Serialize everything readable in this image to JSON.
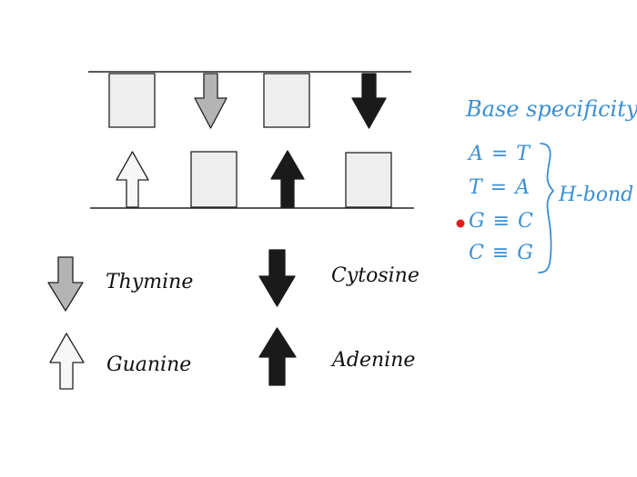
{
  "diagram": {
    "strand_top": [
      "rect",
      "arrow-down-gray",
      "rect",
      "arrow-down-black"
    ],
    "strand_bottom": [
      "arrow-up-white",
      "rect",
      "arrow-up-black",
      "rect"
    ]
  },
  "legend": [
    {
      "label": "Thymine",
      "icon": "arrow-down-gray"
    },
    {
      "label": "Cytosine",
      "icon": "arrow-down-black"
    },
    {
      "label": "Guanine",
      "icon": "arrow-up-white"
    },
    {
      "label": "Adenine",
      "icon": "arrow-up-black"
    }
  ],
  "notes": {
    "title": "Base specificity",
    "pairs": [
      "A = T",
      "T = A",
      "G ≡ C",
      "C ≡ G"
    ],
    "bracket_label": "H-bond",
    "accent_color": "#3a8fd4",
    "marker_color": "#e02020"
  },
  "colors": {
    "gray_arrow": "#b4b4b4",
    "white_arrow": "#f7f7f7",
    "black_arrow": "#1a1a1a",
    "block_fill": "#eeeeee"
  }
}
